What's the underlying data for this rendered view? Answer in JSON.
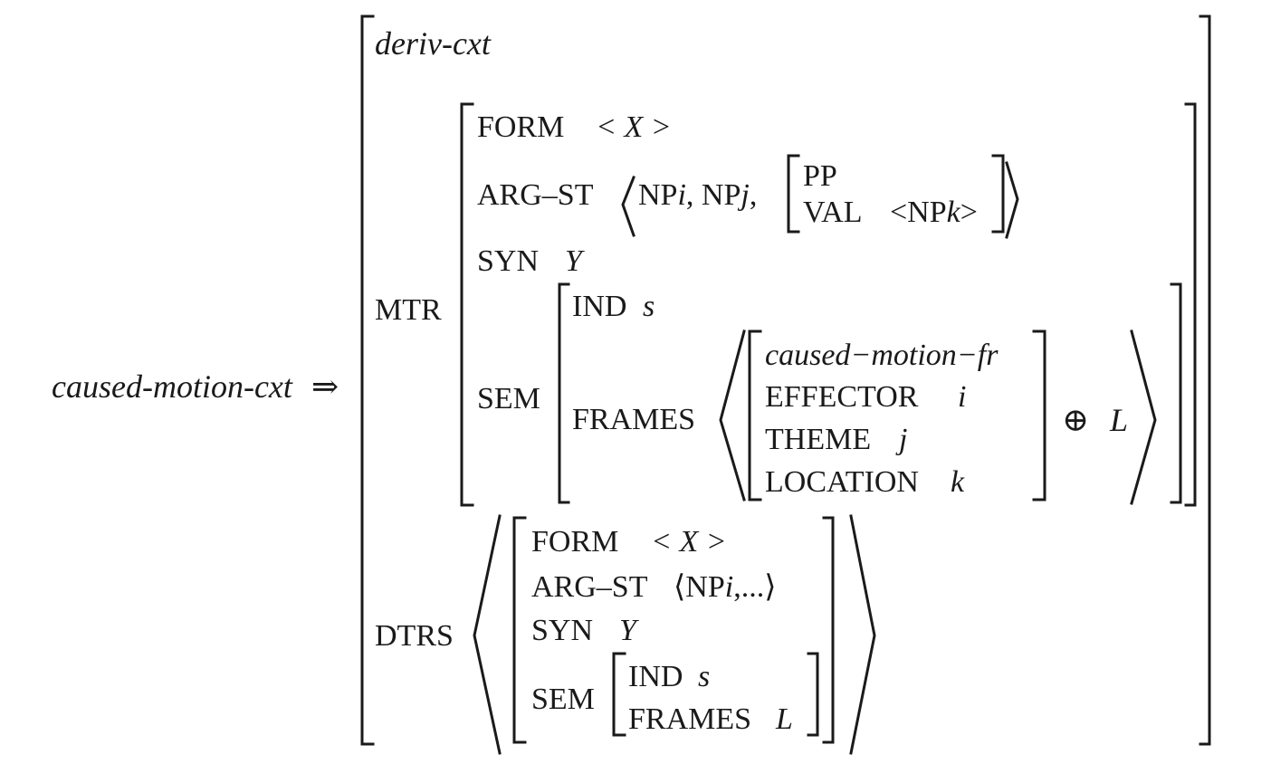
{
  "lhs": {
    "type": "caused-motion-cxt",
    "arrow": "⇒"
  },
  "root_type": "deriv-cxt",
  "mtr": {
    "label": "MTR",
    "form_attr": "FORM",
    "form_val": "< X >",
    "argst_attr": "ARG–ST",
    "argst_np1": "NP",
    "argst_i": "i",
    "argst_sep1": ", NP",
    "argst_j": "j",
    "argst_sep2": ",",
    "pp": "PP",
    "val_attr": "VAL",
    "val_np": "<NP",
    "val_k": "k",
    "val_close": ">",
    "syn_attr": "SYN",
    "syn_val": "Y",
    "sem_attr": "SEM",
    "ind_attr": "IND",
    "ind_val": "s",
    "frames_attr": "FRAMES",
    "frame_type": "caused−motion−fr",
    "effector_attr": "EFFECTOR",
    "effector_val": "i",
    "theme_attr": "THEME",
    "theme_val": "j",
    "location_attr": "LOCATION",
    "location_val": "k",
    "oplus": "⊕",
    "list_var": "L"
  },
  "dtrs": {
    "label": "DTRS",
    "form_attr": "FORM",
    "form_val": "< X >",
    "argst_attr": "ARG–ST",
    "argst_open": "⟨NP",
    "argst_i": "i",
    "argst_rest": ",...⟩",
    "syn_attr": "SYN",
    "syn_val": "Y",
    "sem_attr": "SEM",
    "ind_attr": "IND",
    "ind_val": "s",
    "frames_attr": "FRAMES",
    "frames_val": "L"
  }
}
